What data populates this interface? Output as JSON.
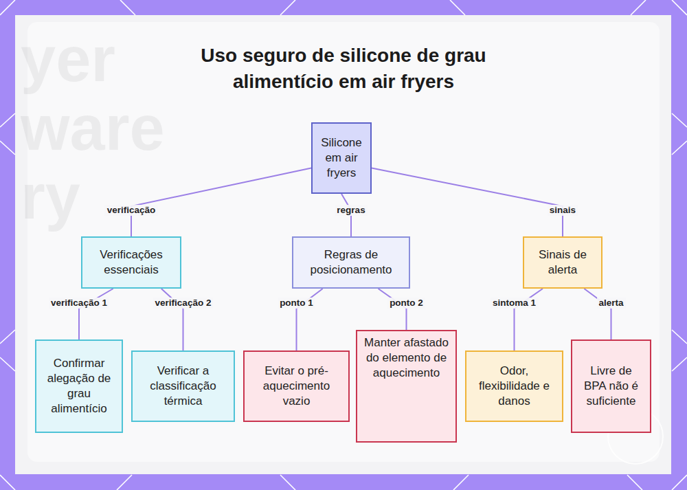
{
  "diagram": {
    "title": "Uso seguro de silicone de grau alimentício em air fryers",
    "nodes": [
      {
        "text": [
          "Silicone em air fryers"
        ]
      },
      {
        "text": [
          "Verificações essenciais"
        ]
      },
      {
        "text": [
          "Regras de posicionamento"
        ]
      },
      {
        "text": [
          "Sinais de alerta"
        ]
      },
      {
        "text": [
          "Confirmar alegação de grau alimentício"
        ]
      },
      {
        "text": [
          "Verificar a classificação térmica"
        ]
      },
      {
        "text": [
          "Evitar o pré-aquecimento vazio"
        ]
      },
      {
        "text": [
          "Manter afastado do elemento de aquecimento"
        ]
      },
      {
        "text": [
          "Odor, flexibilidade e danos"
        ]
      },
      {
        "text": [
          "Livre de BPA não é suficiente"
        ]
      }
    ],
    "edges": [
      {
        "from": 0,
        "to": 1,
        "label": "verificação",
        "arrow": "none"
      },
      {
        "from": 0,
        "to": 2,
        "label": "regras",
        "arrow": "none"
      },
      {
        "from": 0,
        "to": 3,
        "label": "sinais",
        "arrow": "none"
      },
      {
        "from": 1,
        "to": 4,
        "label": "verificação 1",
        "arrow": "none"
      },
      {
        "from": 1,
        "to": 5,
        "label": "verificação 2",
        "arrow": "none"
      },
      {
        "from": 2,
        "to": 6,
        "label": "ponto 1",
        "arrow": "none"
      },
      {
        "from": 2,
        "to": 7,
        "label": "ponto 2",
        "arrow": "none"
      },
      {
        "from": 3,
        "to": 8,
        "label": "sintoma 1",
        "arrow": "none"
      },
      {
        "from": 3,
        "to": 9,
        "label": "alerta",
        "arrow": "none"
      }
    ],
    "labels": [
      "yer",
      "ware",
      "ry"
    ]
  }
}
